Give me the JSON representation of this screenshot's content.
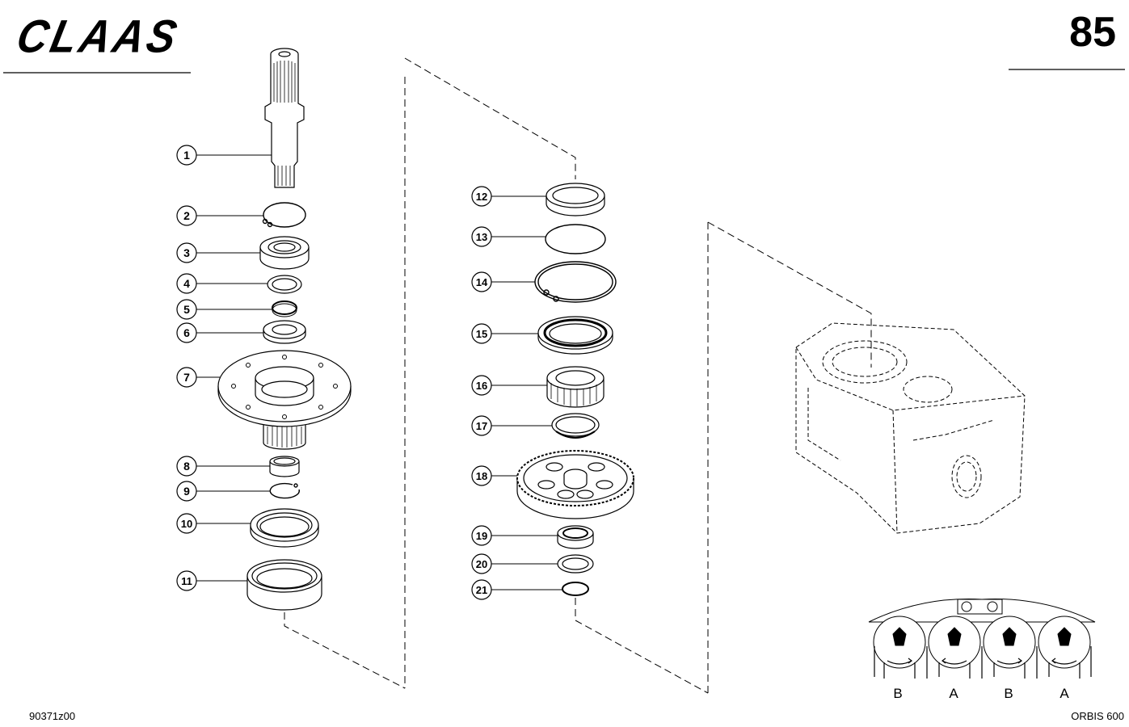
{
  "header": {
    "logo": "CLAAS",
    "page_number": "85"
  },
  "footer": {
    "drawing_ref": "90371z00",
    "model": "ORBIS 600"
  },
  "callouts": [
    "1",
    "2",
    "3",
    "4",
    "5",
    "6",
    "7",
    "8",
    "9",
    "10",
    "11",
    "12",
    "13",
    "14",
    "15",
    "16",
    "17",
    "18",
    "19",
    "20",
    "21"
  ],
  "rotor_labels": [
    "B",
    "A",
    "B",
    "A"
  ]
}
